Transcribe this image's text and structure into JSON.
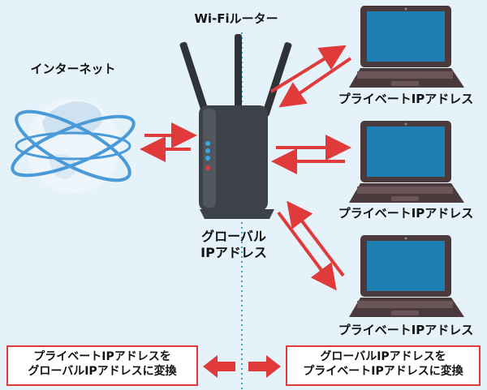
{
  "labels": {
    "router": "Wi-Fiルーター",
    "internet": "インターネット",
    "global_ip_line1": "グローバル",
    "global_ip_line2": "IPアドレス",
    "private_ip_1": "プライベートIPアドレス",
    "private_ip_2": "プライベートIPアドレス",
    "private_ip_3": "プライベートIPアドレス"
  },
  "notes": {
    "left_line1": "プライベートIPアドレスを",
    "left_line2": "グローバルIPアドレスに変換",
    "right_line1": "グローバルIPアドレスを",
    "right_line2": "プライベートIPアドレスに変換"
  },
  "colors": {
    "background": "#e6f2fa",
    "arrow": "#e03a3a",
    "router_body": "#3c4248",
    "laptop_body": "#4b3a3c",
    "laptop_screen": "#1f7fb5",
    "divider": "#3aa6c4",
    "globe_lines": "#4a9ad8"
  },
  "icons": [
    "globe-icon",
    "router-icon",
    "laptop-icon",
    "arrow-icon",
    "double-arrow-icon"
  ]
}
